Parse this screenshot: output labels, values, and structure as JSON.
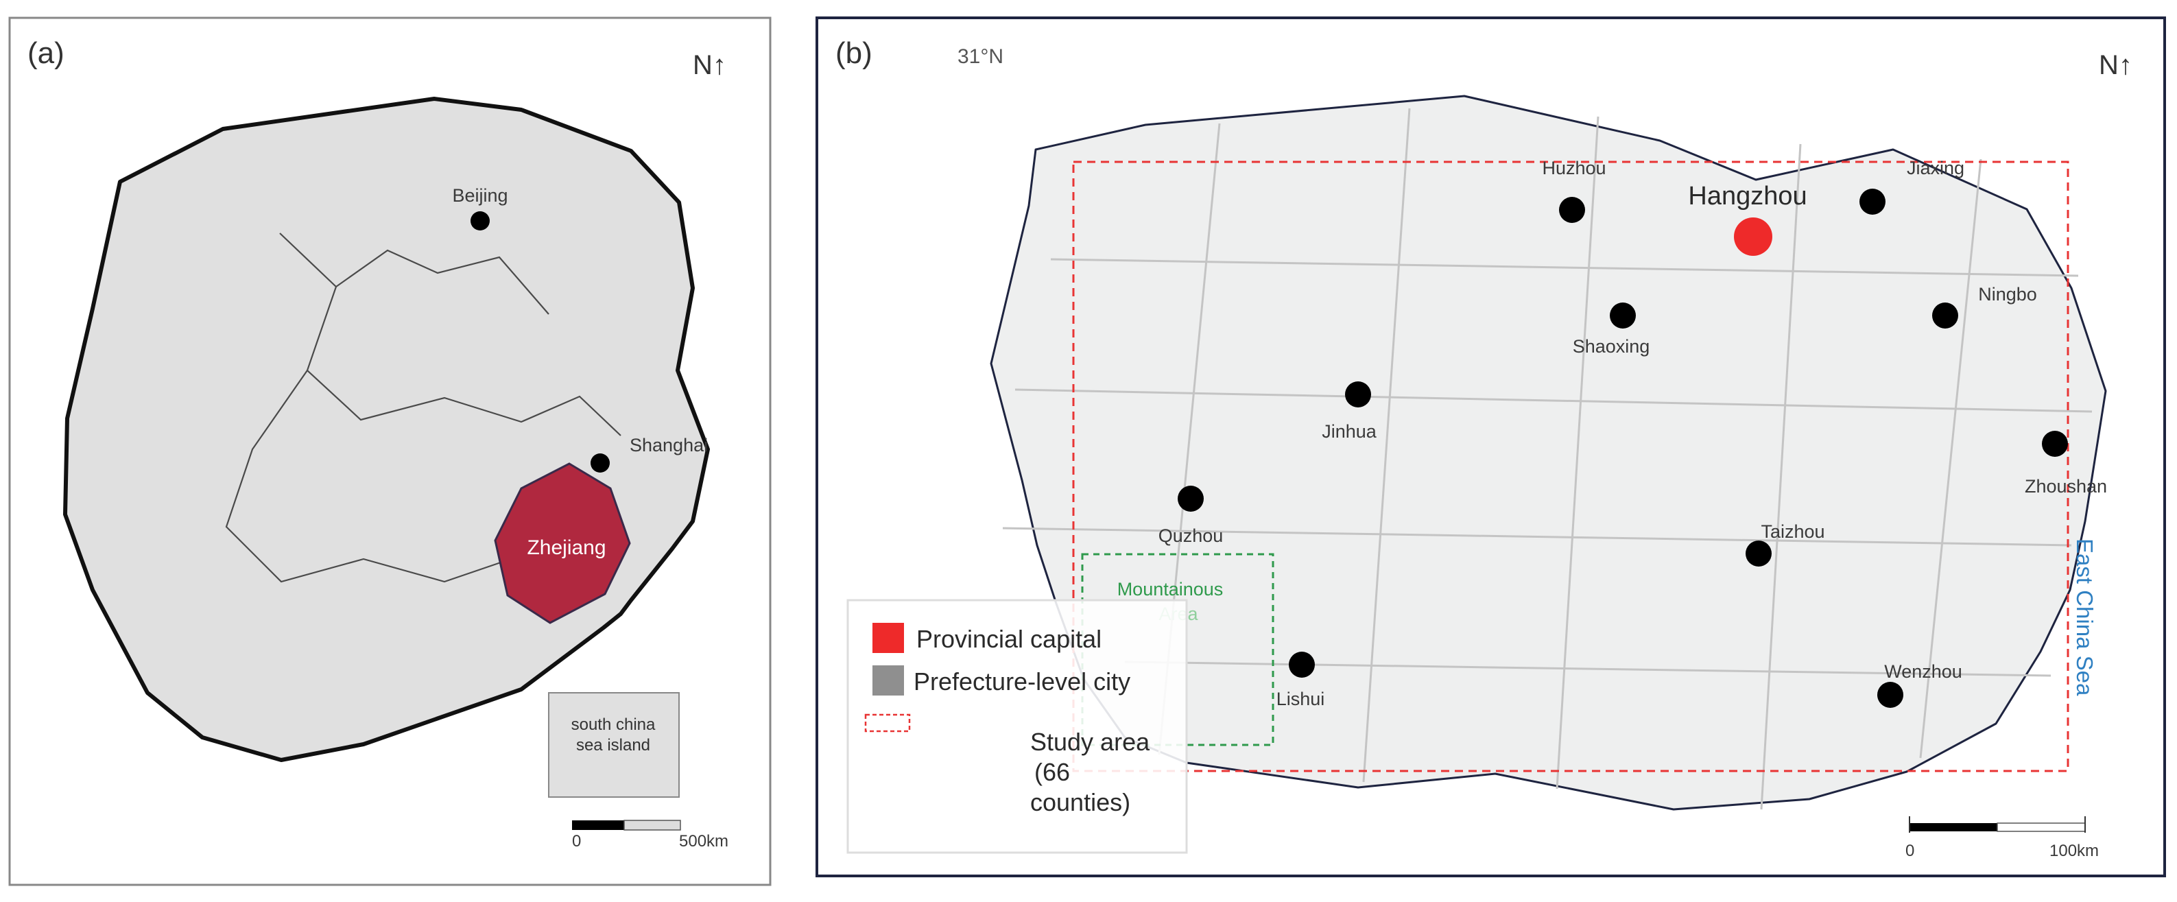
{
  "panel_a": {
    "label": "(a)",
    "north": "N↑",
    "cities": [
      {
        "name": "Beijing"
      },
      {
        "name": "Shanghai"
      }
    ],
    "province_label": "Zhejiang",
    "island_box": [
      "south china",
      "sea island"
    ],
    "scale": {
      "start": "0",
      "end": "500km"
    }
  },
  "panel_b": {
    "label": "(b)",
    "latitude_label": "31°N",
    "north": "N↑",
    "capital": {
      "name": "Hangzhou"
    },
    "cities": [
      {
        "name": "Huzhou"
      },
      {
        "name": "Jiaxing"
      },
      {
        "name": "Shaoxing"
      },
      {
        "name": "Ningbo"
      },
      {
        "name": "Jinhua"
      },
      {
        "name": "Zhoushan"
      },
      {
        "name": "Quzhou"
      },
      {
        "name": "Taizhou"
      },
      {
        "name": "Wenzhou"
      },
      {
        "name": "Lishui"
      }
    ],
    "mountain_label": [
      "Mountainous",
      "Area"
    ],
    "sea_label": "East China Sea",
    "legend": {
      "capital": "Provincial capital",
      "prefecture": "Prefecture-level city",
      "study_area": [
        "Study area",
        "(66",
        "counties)"
      ]
    },
    "scale": {
      "start": "0",
      "end": "100km"
    },
    "colors": {
      "capital": "#ee2a2a",
      "province_fill": "#b0283f",
      "study_area_border": "#e83434",
      "mountain_border": "#2f9a4c",
      "sea_text": "#2f80c2"
    }
  }
}
